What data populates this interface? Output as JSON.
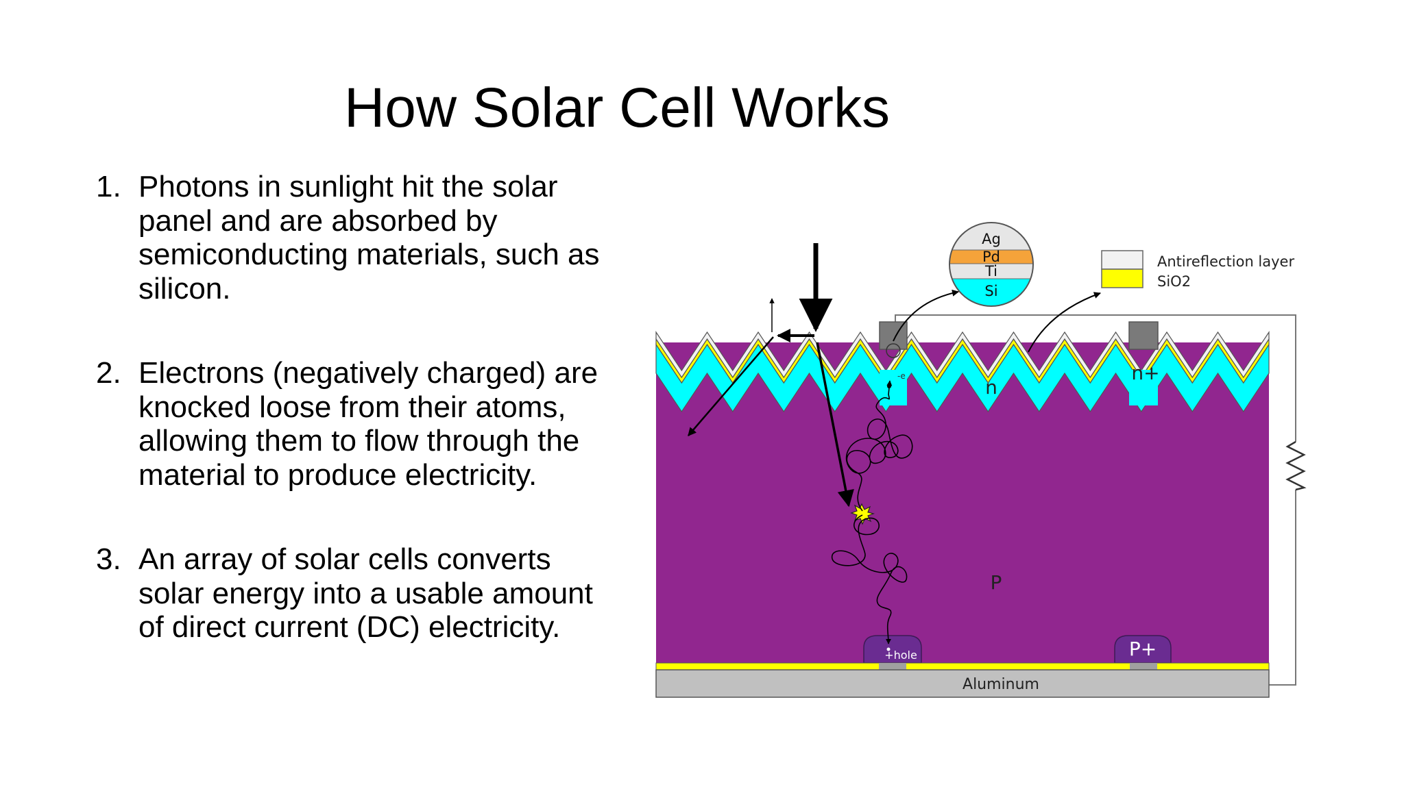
{
  "slide": {
    "title": "How Solar Cell Works",
    "steps": [
      {
        "number": "1.",
        "text": "Photons in sunlight hit the solar panel and are absorbed by semiconducting materials, such as silicon."
      },
      {
        "number": "2.",
        "text": "Electrons (negatively charged) are knocked loose from their atoms, allowing them to flow through the material to produce electricity."
      },
      {
        "number": "3.",
        "text": "An array of solar cells converts solar energy into a usable amount of direct current (DC) electricity."
      }
    ]
  },
  "diagram": {
    "contact_layers": [
      "Ag",
      "Pd",
      "Ti",
      "Si"
    ],
    "legend": [
      {
        "label": "Antireflection layer",
        "color": "#f2f2f2"
      },
      {
        "label": "SiO2",
        "color": "#ffff00"
      }
    ],
    "labels": {
      "n_region": "n",
      "n_plus": "n+",
      "p_region": "P",
      "p_plus": "P+",
      "electron": "-e",
      "hole": "+hole",
      "aluminum": "Aluminum"
    },
    "colors": {
      "p_region": "#91268f",
      "n_region": "#00ffff",
      "sio2": "#ffff00",
      "antireflection": "#f2f2f2",
      "aluminum": "#c0c0c0",
      "p_plus": "#6a2c91",
      "contact": "#7a7a7a"
    }
  }
}
